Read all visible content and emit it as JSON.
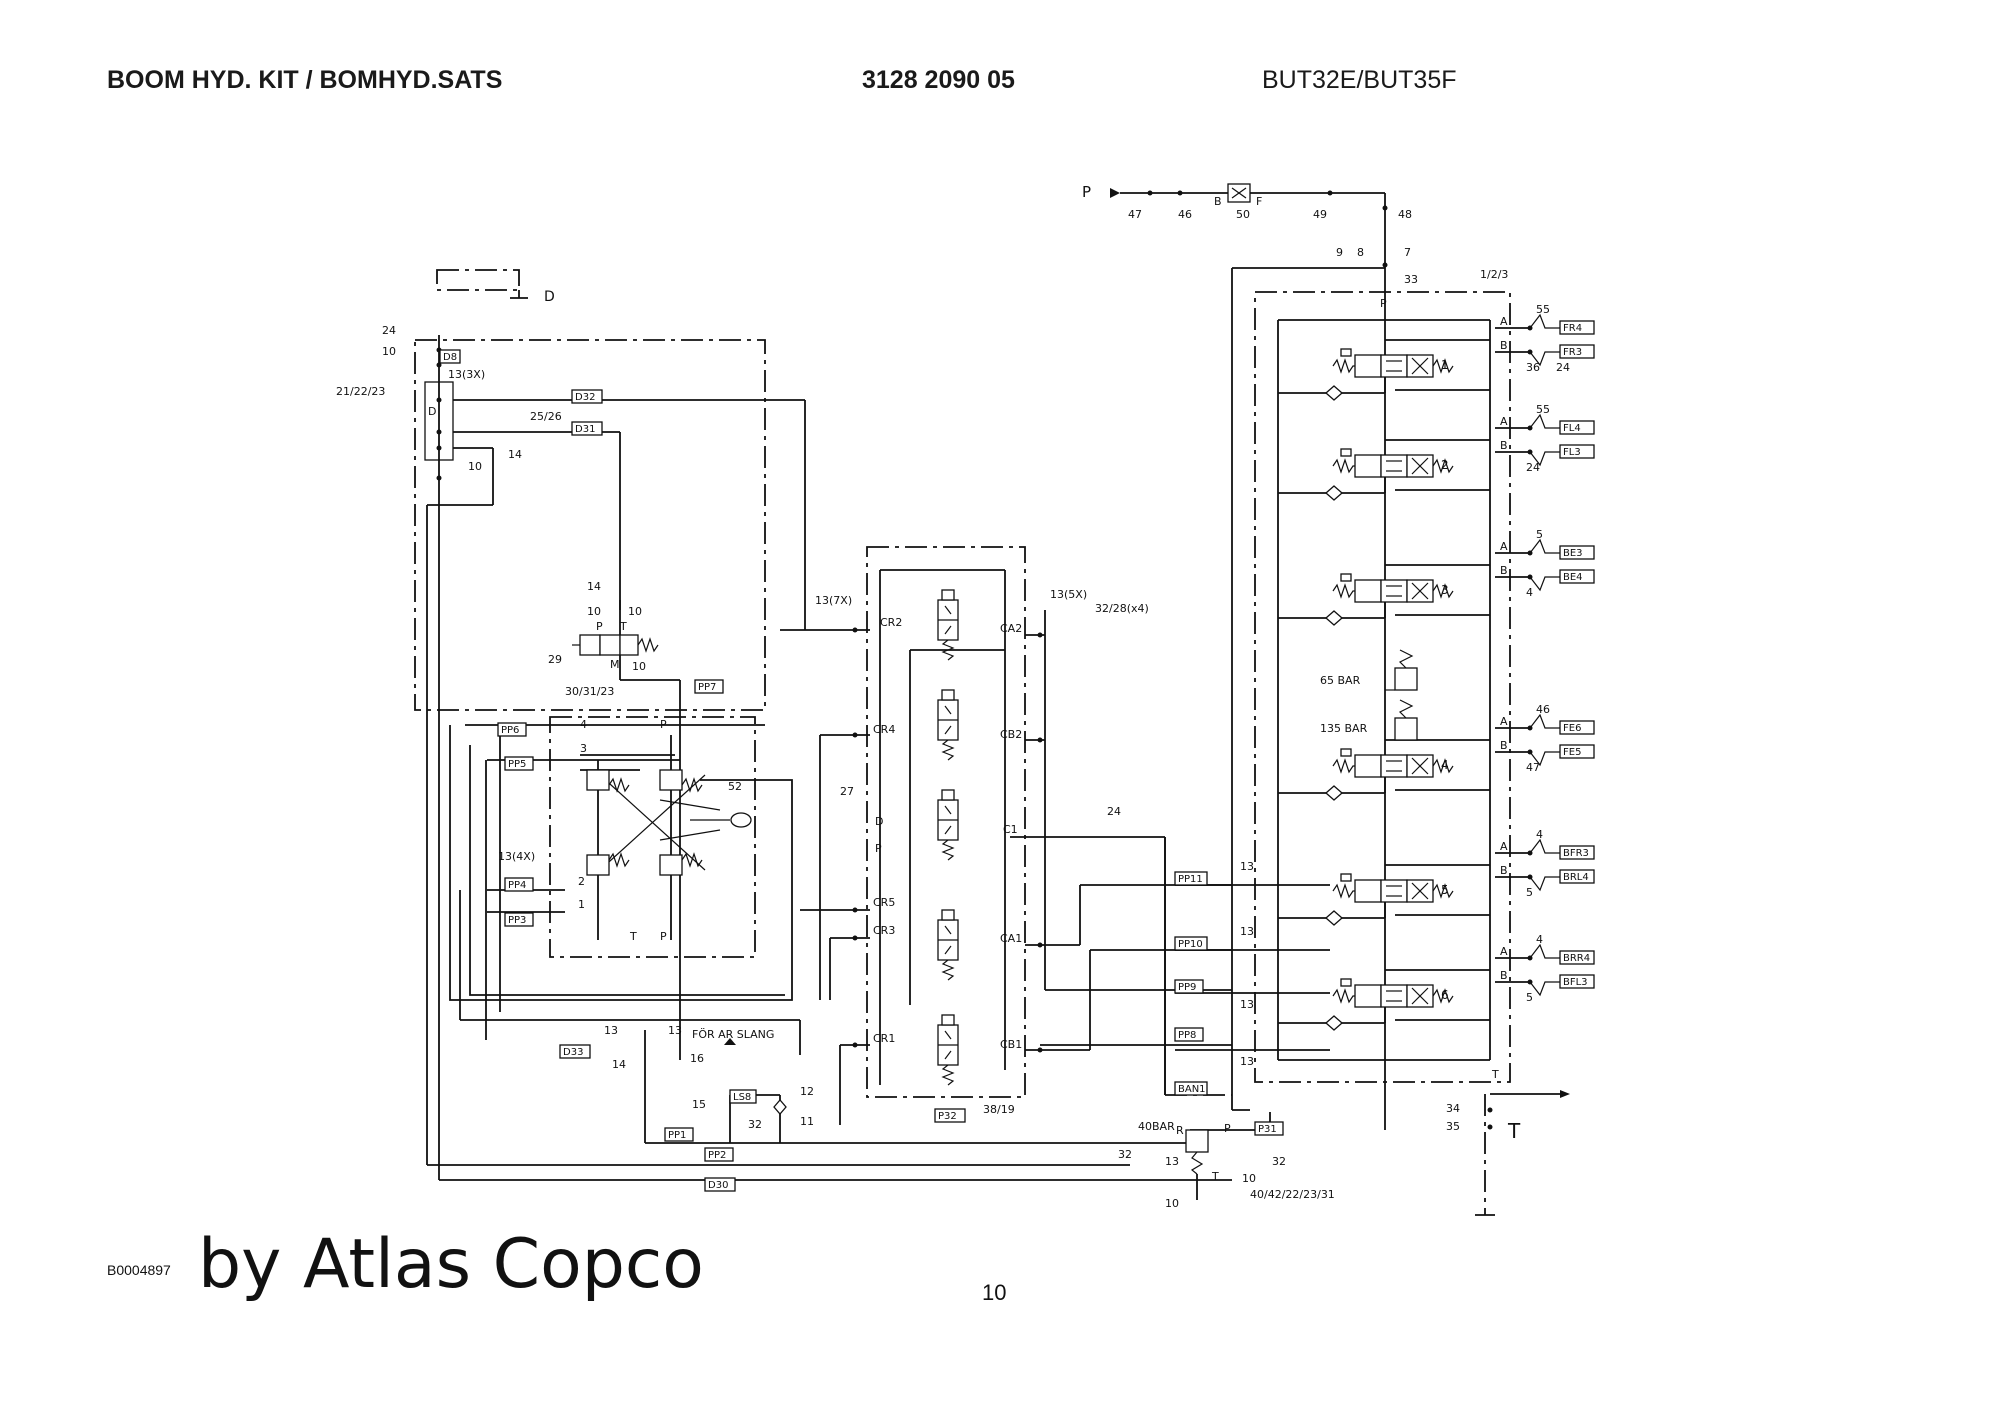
{
  "header": {
    "title": "BOOM HYD. KIT / BOMHYD.SATS",
    "part_number": "3128 2090 05",
    "model": "BUT32E/BUT35F"
  },
  "diagram": {
    "supply": {
      "p": "P",
      "b": "B",
      "f": "F",
      "n47": "47",
      "n46": "46",
      "n50": "50",
      "n49": "49",
      "n48": "48",
      "n9": "9",
      "n8": "8",
      "n7": "7",
      "n33": "33",
      "n123": "1/2/3",
      "pp": "P",
      "t": "T",
      "n34": "34",
      "n35": "35",
      "tbig": "T"
    },
    "left_block": {
      "d": "D",
      "n24": "24",
      "n10a": "10",
      "n2123": "21/22/23",
      "d8": "D8",
      "n13_3x": "13(3X)",
      "d_in": "D",
      "d32": "D32",
      "n2526": "25/26",
      "d31": "D31",
      "n10b": "10",
      "n14": "14"
    },
    "selector": {
      "n14": "14",
      "n10a": "10",
      "p": "P",
      "t": "T",
      "n10b": "10",
      "n29": "29",
      "m": "M",
      "n10c": "10",
      "pp7": "PP7"
    },
    "joystick": {
      "n303123": "30/31/23",
      "p_top": "P",
      "pp6": "PP6",
      "n4": "4",
      "n3": "3",
      "pp5": "PP5",
      "n52": "52",
      "n13_4x": "13(4X)",
      "pp4": "PP4",
      "n2": "2",
      "n1": "1",
      "pp3": "PP3",
      "t": "T",
      "p_bot": "P"
    },
    "center_valves": {
      "n13_7x": "13(7X)",
      "cr2": "CR2",
      "ca2": "CA2",
      "n13_5x": "13(5X)",
      "n3228": "32/28(x4)",
      "cr4": "CR4",
      "cb2": "CB2",
      "n27": "27",
      "d": "D",
      "p": "P",
      "c1": "C1",
      "n24": "24",
      "cr5": "CR5",
      "cr3": "CR3",
      "ca1": "CA1",
      "cr1": "CR1",
      "cb1": "CB1",
      "p32": "P32",
      "n3819": "38/19"
    },
    "bottom": {
      "n13a": "13",
      "n13b": "13",
      "n14": "14",
      "d33": "D33",
      "for_ar_slang": "FÖR AR SLANG",
      "n16": "16",
      "ls8": "LS8",
      "n12": "12",
      "n11": "11",
      "n15": "15",
      "pp1": "PP1",
      "n32a": "32",
      "pp2": "PP2",
      "d30": "D30",
      "bar40": "40BAR",
      "r": "R",
      "p": "P",
      "p31": "P31",
      "n32b": "32",
      "n13c": "13",
      "n32c": "32",
      "t": "T",
      "n10a": "10",
      "n10b": "10",
      "n4042": "40/42/22/23/31"
    },
    "right_signals": {
      "pp11": "PP11",
      "pp10": "PP10",
      "pp9": "PP9",
      "pp8": "PP8",
      "ban1": "BAN1",
      "n13a": "13",
      "n13b": "13",
      "n13c": "13",
      "n13d": "13"
    },
    "sections": [
      {
        "num": "1",
        "a": "A",
        "b": "B",
        "port_a": "FR4",
        "port_b": "FR3",
        "n1": "55",
        "n2": "36",
        "n3": "24"
      },
      {
        "num": "2",
        "a": "A",
        "b": "B",
        "port_a": "FL4",
        "port_b": "FL3",
        "n1": "55",
        "n2": "24"
      },
      {
        "num": "3",
        "a": "A",
        "b": "B",
        "port_a": "BE3",
        "port_b": "BE4",
        "n1": "5",
        "n2": "4"
      },
      {
        "num": "4",
        "a": "A",
        "b": "B",
        "port_a": "FE6",
        "port_b": "FE5",
        "n1": "46",
        "n2": "47",
        "bar65": "65 BAR",
        "bar135": "135 BAR"
      },
      {
        "num": "5",
        "a": "A",
        "b": "B",
        "port_a": "BFR3",
        "port_b": "BRL4",
        "n1": "4",
        "n2": "5"
      },
      {
        "num": "6",
        "a": "A",
        "b": "B",
        "port_a": "BRR4",
        "port_b": "BFL3",
        "n1": "4",
        "n2": "5"
      }
    ]
  },
  "footer": {
    "code": "B0004897",
    "brand": "by Atlas Copco",
    "page": "10"
  }
}
